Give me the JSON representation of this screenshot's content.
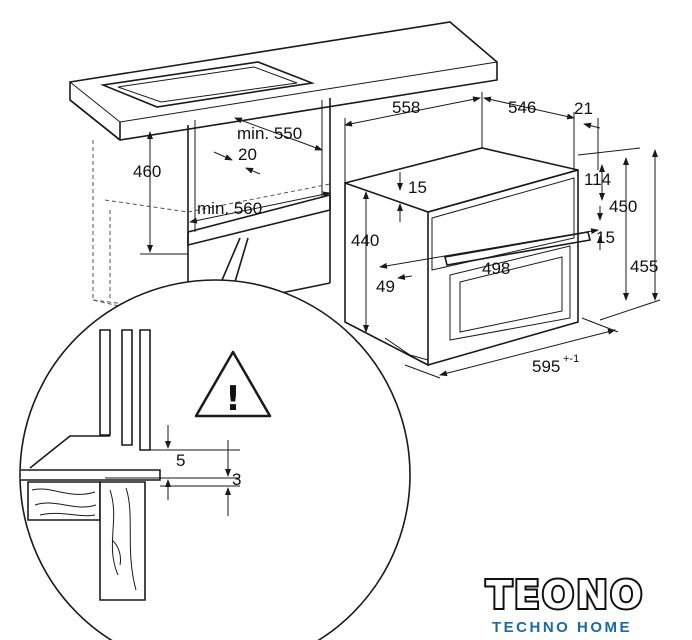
{
  "dimensions": {
    "d558": "558",
    "d546": "546",
    "d21": "21",
    "d114": "114",
    "d450": "450",
    "d455": "455",
    "d15_top": "15",
    "d440": "440",
    "d15_side": "15",
    "d498": "498",
    "d49": "49",
    "d595": "595",
    "d595_tol": "+-1",
    "d460": "460",
    "min550": "min. 550",
    "d20": "20",
    "min560": "min. 560",
    "d5": "5",
    "d3": "3"
  },
  "warning": {
    "symbol": "!"
  },
  "logo": {
    "main": "TEONO",
    "sub": "TECHNO HOME"
  },
  "icons": {
    "warning": "warning-triangle-icon"
  }
}
